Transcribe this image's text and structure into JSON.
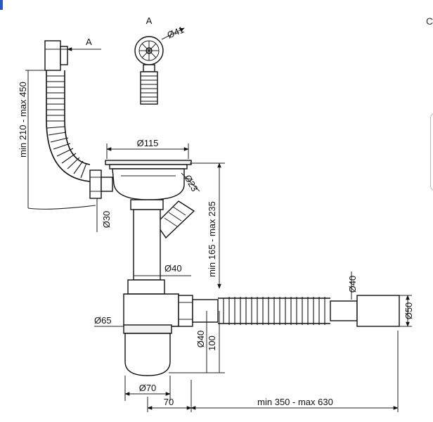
{
  "view_label": "A",
  "dims": {
    "view_diameter": "Ø41",
    "view_arrow_label": "A",
    "overflow_height": "min 210 - max 450",
    "grate": "Ø115",
    "branch_dia": "Ø23",
    "overflow_pipe": "Ø30",
    "height_range": "min 165 - max 235",
    "tail_pipe": "Ø40",
    "corrugated_dia": "Ø40",
    "outlet_dia": "Ø50",
    "bottle_dia": "Ø65",
    "outlet_pipe_dia": "Ø40",
    "outlet_height": "100",
    "bottle_bottom": "Ø70",
    "offset": "70",
    "length_range": "min 350 - max 630"
  },
  "edge": {
    "letter": "C"
  }
}
